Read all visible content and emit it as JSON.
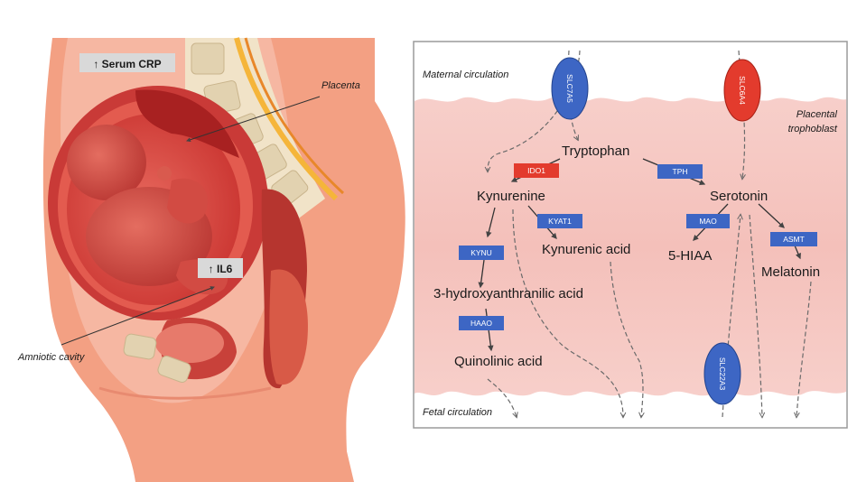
{
  "left_panel": {
    "serum_crp": "↑ Serum CRP",
    "il6": "↑ IL6",
    "placenta": "Placenta",
    "amniotic_cavity": "Amniotic cavity"
  },
  "right_panel": {
    "maternal_circulation": "Maternal circulation",
    "fetal_circulation": "Fetal circulation",
    "placental_trophoblast_1": "Placental",
    "placental_trophoblast_2": "trophoblast",
    "metabolites": {
      "tryptophan": "Tryptophan",
      "kynurenine": "Kynurenine",
      "serotonin": "Serotonin",
      "kynurenic_acid": "Kynurenic acid",
      "hiaa": "5-HIAA",
      "melatonin": "Melatonin",
      "haa": "3-hydroxyanthranilic acid",
      "quinolinic_acid": "Quinolinic acid"
    },
    "enzymes": {
      "ido1": "IDO1",
      "tph": "TPH",
      "kyat1": "KYAT1",
      "mao": "MAO",
      "asmt": "ASMT",
      "kynu": "KYNU",
      "haao": "HAAO"
    },
    "transporters": {
      "slc7a5": "SLC7A5",
      "slc6a4": "SLC6A4",
      "slc22a3": "SLC22A3"
    }
  },
  "colors": {
    "tissue_pink": "#f6c9c4",
    "skin": "#f2a184",
    "uterus_red": "#c93a37",
    "enzyme_blue": "#3d66c4",
    "enzyme_red": "#e33b2d",
    "label_box": "#d9d9d9"
  }
}
